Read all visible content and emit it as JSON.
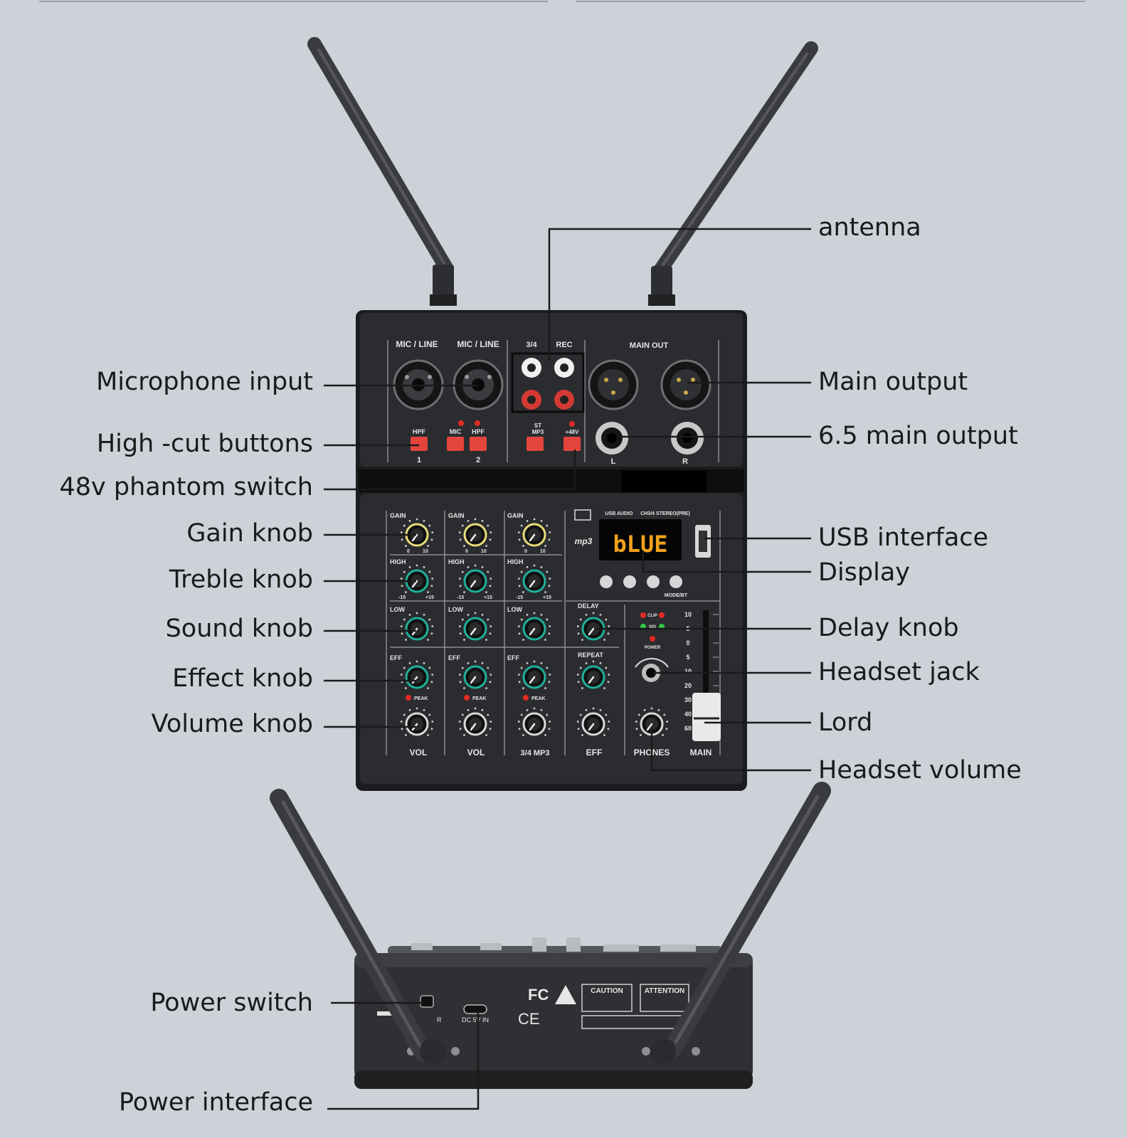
{
  "colors": {
    "background": "#cdd1d8",
    "panel": "#2b2c2f",
    "panel_dark": "#1b1c1e",
    "button_red": "#e2453c",
    "led_red": "#e22b23",
    "led_green": "#33c94a",
    "knob_teal": "#1fb09a",
    "knob_yellow": "#e8dc7a",
    "display_text": "#f2a21c",
    "label_text": "#1a1a1a",
    "leader_line": "#1a1a1a"
  },
  "callouts": {
    "left": [
      {
        "id": "microphone-input",
        "label": "Microphone input"
      },
      {
        "id": "high-cut-buttons",
        "label": "High -cut buttons"
      },
      {
        "id": "phantom-switch",
        "label": "48v phantom switch"
      },
      {
        "id": "gain-knob",
        "label": "Gain knob"
      },
      {
        "id": "treble-knob",
        "label": "Treble knob"
      },
      {
        "id": "sound-knob",
        "label": "Sound knob"
      },
      {
        "id": "effect-knob",
        "label": "Effect knob"
      },
      {
        "id": "volume-knob",
        "label": "Volume knob"
      },
      {
        "id": "power-switch",
        "label": "Power switch"
      },
      {
        "id": "power-interface",
        "label": "Power interface"
      }
    ],
    "right": [
      {
        "id": "antenna",
        "label": "antenna"
      },
      {
        "id": "main-output",
        "label": "Main output"
      },
      {
        "id": "main-output-65",
        "label": "6.5 main output"
      },
      {
        "id": "usb-interface",
        "label": "USB interface"
      },
      {
        "id": "display",
        "label": "Display"
      },
      {
        "id": "delay-knob",
        "label": "Delay knob"
      },
      {
        "id": "headset-jack",
        "label": "Headset jack"
      },
      {
        "id": "lord",
        "label": "Lord"
      },
      {
        "id": "headset-volume",
        "label": "Headset volume"
      }
    ]
  },
  "panel": {
    "mic_line": "MIC / LINE",
    "ch34": "3/4",
    "rec": "REC",
    "main_out": "MAIN OUT",
    "hpf": "HPF",
    "mic": "MIC",
    "st": "ST",
    "mp3": "MP3",
    "v48": "+48V",
    "ch1": "1",
    "ch2": "2",
    "L": "L",
    "R": "R",
    "gain": "GAIN",
    "high": "HIGH",
    "low": "LOW",
    "eff": "EFF",
    "delay": "DELAY",
    "repeat": "REPEAT",
    "peak": "PEAK",
    "vol": "VOL",
    "mp3_col": "3/4 MP3",
    "eff_col": "EFF",
    "phones": "PHONES",
    "main": "MAIN",
    "display_text": "bLUE",
    "usb_audio": "USB AUDIO",
    "stereo": "CH3/4 STEREO(PRE)",
    "clip": "CLIP",
    "sig": "SIG",
    "power": "POWER",
    "mode": "MODE/BT",
    "mp3_logo": "mp3",
    "fader_scale": [
      "10",
      "5",
      "0",
      "5",
      "10",
      "20",
      "30",
      "40",
      "60"
    ],
    "zero": "0",
    "ten": "10",
    "m15": "-15",
    "p15": "+15"
  },
  "rear": {
    "fc": "FC",
    "ce": "CE",
    "caution": "CAUTION",
    "attention": "ATTENTION",
    "dc_in": "DC 5V IN",
    "power_abbr": "R"
  }
}
